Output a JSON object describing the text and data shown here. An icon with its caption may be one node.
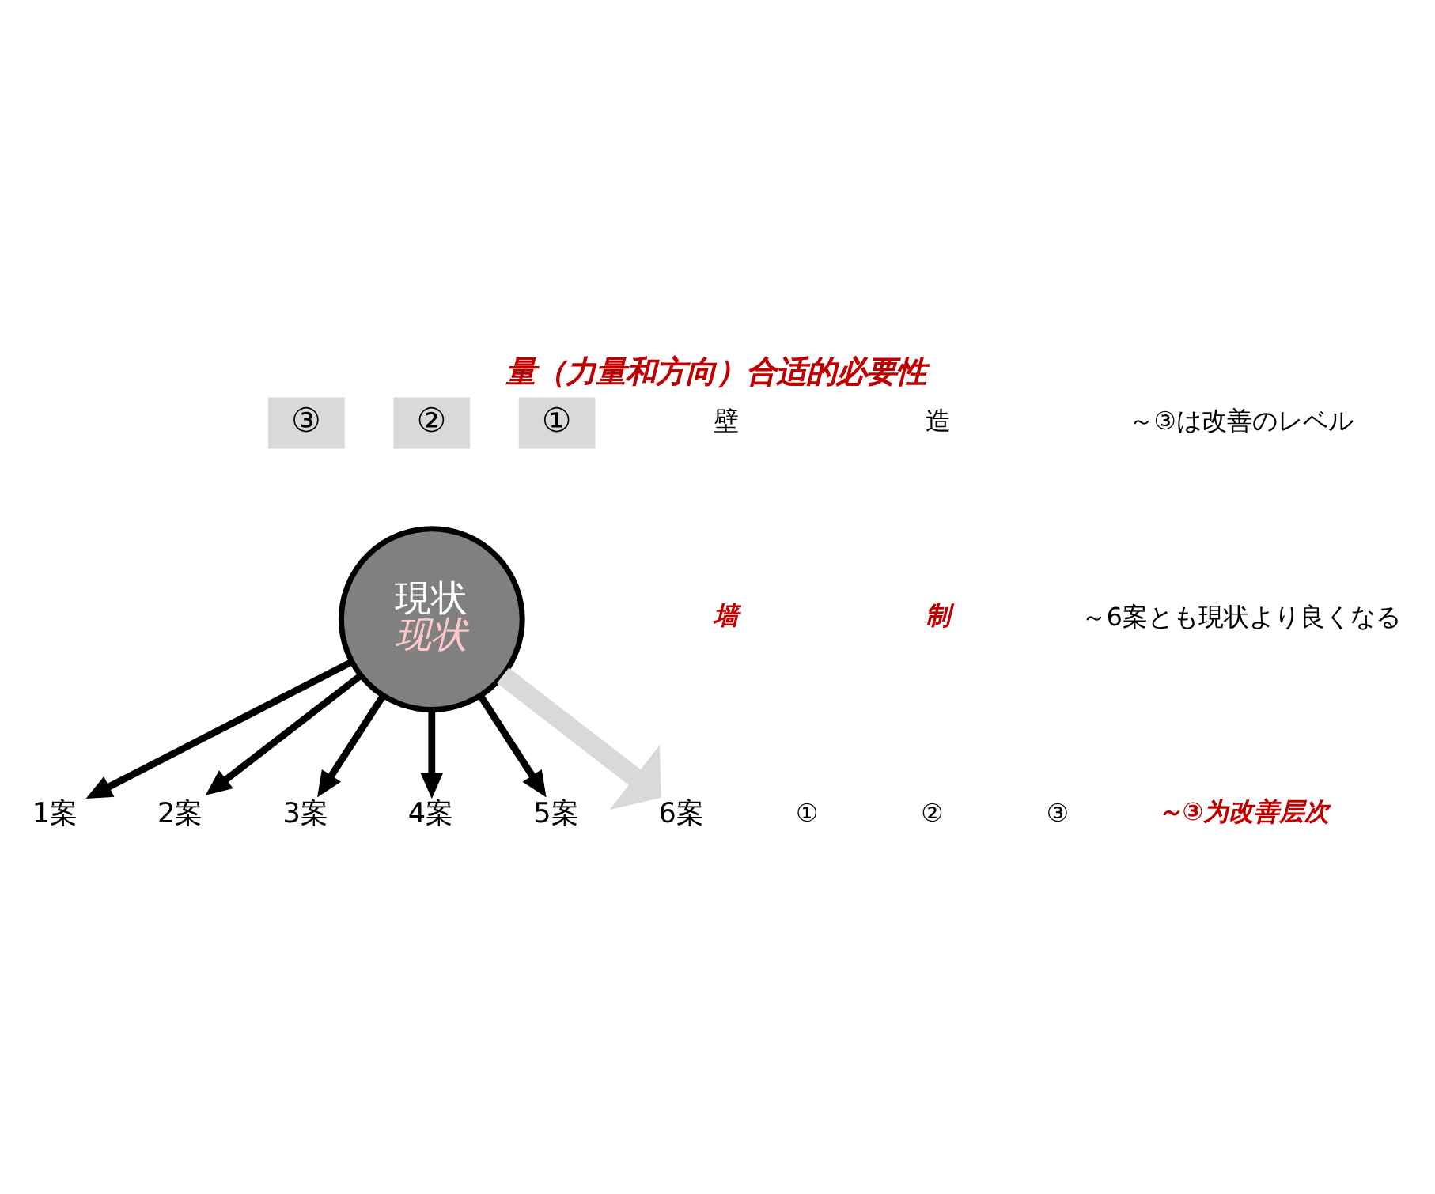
{
  "diagram": {
    "title": "量（力量和方向）合适的必要性",
    "nodes": [
      {
        "text": [
          "現状",
          "现状"
        ]
      },
      {
        "text": [
          "1案"
        ]
      },
      {
        "text": [
          "2案"
        ]
      },
      {
        "text": [
          "3案"
        ]
      },
      {
        "text": [
          "4案"
        ]
      },
      {
        "text": [
          "5案"
        ]
      },
      {
        "text": [
          "6案"
        ]
      },
      {
        "text": [
          "③"
        ]
      },
      {
        "text": [
          "②"
        ]
      },
      {
        "text": [
          "①"
        ]
      }
    ],
    "edges": [
      {
        "from": 0,
        "to": 1,
        "arrow": "to"
      },
      {
        "from": 0,
        "to": 2,
        "arrow": "to"
      },
      {
        "from": 0,
        "to": 3,
        "arrow": "to"
      },
      {
        "from": 0,
        "to": 4,
        "arrow": "to"
      },
      {
        "from": 0,
        "to": 5,
        "arrow": "to"
      },
      {
        "from": 0,
        "to": 6,
        "arrow": "to",
        "style": "thick",
        "color": "#d9d9d9"
      }
    ],
    "labels": [
      "①",
      "②",
      "③",
      "壁",
      "墙",
      "造",
      "制",
      "～③は改善のレベル",
      "～6案とも現状より良くなる",
      "～③为改善层次"
    ]
  }
}
